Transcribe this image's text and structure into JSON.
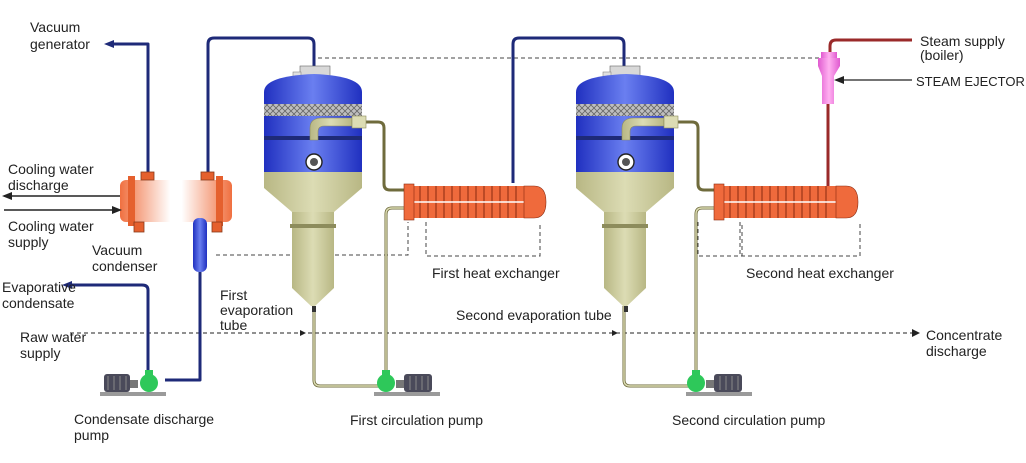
{
  "labels": {
    "vacuum_generator": [
      "Vacuum",
      "generator"
    ],
    "cooling_water_discharge": [
      "Cooling water",
      "discharge"
    ],
    "cooling_water_supply": [
      "Cooling water",
      "supply"
    ],
    "vacuum_condenser": [
      "Vacuum",
      "condenser"
    ],
    "evaporative_condensate": [
      "Evaporative",
      "condensate"
    ],
    "raw_water_supply": [
      "Raw water",
      "supply"
    ],
    "first_evaporation_tube": [
      "First",
      "evaporation",
      "tube"
    ],
    "second_evaporation_tube": "Second evaporation tube",
    "first_heat_exchanger": "First heat exchanger",
    "second_heat_exchanger": "Second heat exchanger",
    "steam_supply": [
      "Steam supply",
      "(boiler)"
    ],
    "steam_ejector": "STEAM EJECTOR",
    "concentrate_discharge": [
      "Concentrate",
      "discharge"
    ],
    "condensate_discharge_pump": [
      "Condensate discharge",
      "pump"
    ],
    "first_circulation_pump": "First circulation pump",
    "second_circulation_pump": "Second circulation pump"
  },
  "colors": {
    "vessel_blue": "#3a4fd8",
    "vessel_tan": "#c9c89a",
    "pipe_navy": "#1e2a78",
    "pipe_olive": "#6f6b3c",
    "steam_red": "#9a2a2a",
    "exchanger_orange": "#ef6a3c",
    "ejector_pink": "#f07ad8"
  }
}
